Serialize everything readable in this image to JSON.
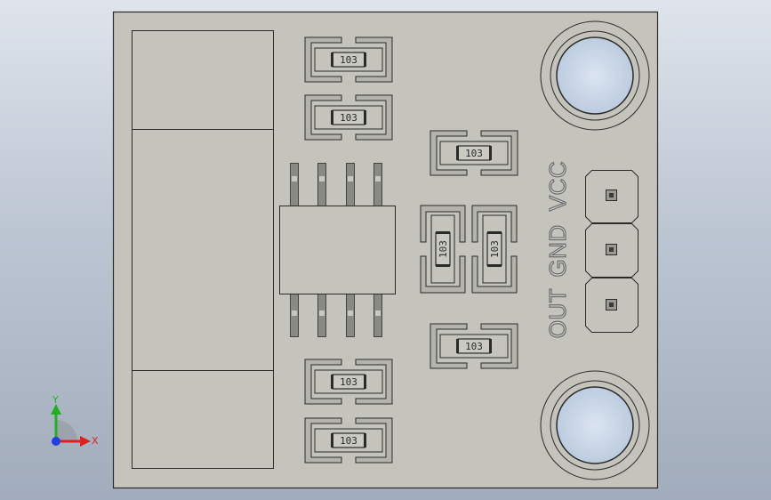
{
  "board": {
    "pin_labels": {
      "out": "OUT",
      "gnd": "GND",
      "vcc": "VCC"
    },
    "resistor_code": "103"
  },
  "triad": {
    "x_label": "X",
    "y_label": "Y"
  },
  "colors": {
    "board": "#c4c4bc",
    "outline": "#2a2a2a",
    "pad": "#b4b4ac",
    "hole": "#c9d6e6",
    "triad_x": "#e02020",
    "triad_y": "#20b020",
    "triad_z": "#2040e0"
  }
}
